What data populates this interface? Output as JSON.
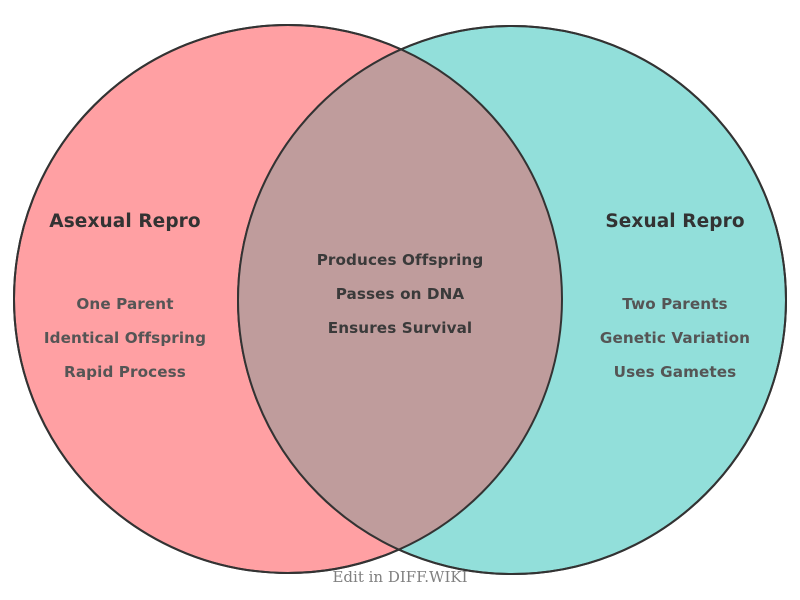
{
  "diagram": {
    "type": "venn",
    "sets": [
      {
        "id": "left",
        "title": "Asexual Repro",
        "fill": "#FFA0A3",
        "items": [
          "One Parent",
          "Identical Offspring",
          "Rapid Process"
        ]
      },
      {
        "id": "right",
        "title": "Sexual Repro",
        "fill": "#92DFDA",
        "items": [
          "Two Parents",
          "Genetic Variation",
          "Uses Gametes"
        ]
      }
    ],
    "intersection": {
      "id": "center",
      "title": "",
      "fill": "#BF9C9C",
      "items": [
        "Produces Offspring",
        "Passes on DNA",
        "Ensures Survival"
      ]
    },
    "stroke_color": "#333333",
    "background": "#ffffff",
    "title_color": "#333333",
    "item_color": "#555555"
  },
  "footer": {
    "watermark": "Edit in DIFF.WIKI"
  }
}
